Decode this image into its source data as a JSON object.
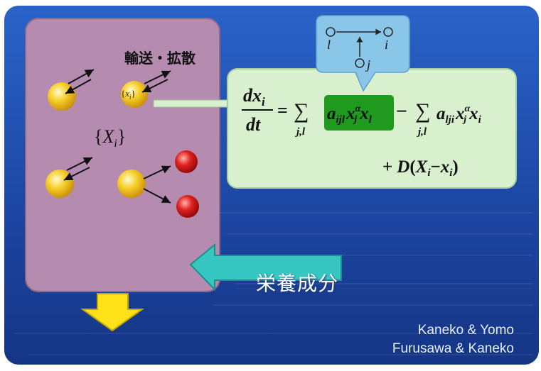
{
  "labels": {
    "transport_diffusion": "輸送・拡散",
    "cell_set": "{X_i}",
    "nutrient": "栄養成分",
    "molecule": "{x_i}"
  },
  "equation": {
    "lhs_num": "dx_i",
    "lhs_den": "dt",
    "equals": "=",
    "sum1_index": "j,l",
    "term1": "a_ijl x_j^α x_l",
    "minus": "−",
    "sum2_index": "j,l",
    "term2": "a_lji x_j^α x_i",
    "diffusion_term": "+D(X_i − x_i)"
  },
  "network_inset": {
    "nodes": [
      "l",
      "i",
      "j"
    ]
  },
  "authors": [
    "Kaneko & Yomo",
    "Furusawa & Kaneko"
  ],
  "colors": {
    "background": "#1f4aa8",
    "cell": "#b68bb0",
    "equation_panel": "#d9f0cf",
    "highlight": "#1f9a1f",
    "inset": "#8ac6e8",
    "molecule_yellow": "#f3c21a",
    "molecule_red": "#d41414",
    "arrow_cyan": "#36c7c2",
    "arrow_yellow": "#ffe21a"
  }
}
